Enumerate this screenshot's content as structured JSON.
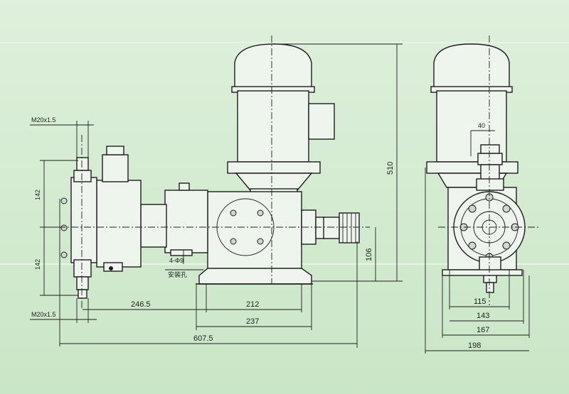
{
  "dimensions": {
    "thread_top": "M20x1.5",
    "thread_bottom": "M20x1.5",
    "height_upper": "142",
    "height_lower": "142",
    "motor_height": "510",
    "base_height": "106",
    "inlet_offset": "246.5",
    "base_inner": "212",
    "base_outer": "237",
    "overall_length": "607.5",
    "side_offset": "40",
    "side_w1": "115",
    "side_w2": "143",
    "side_w3": "167",
    "side_w4": "198"
  },
  "notes": {
    "hole_count": "4-Φ9",
    "hole_label": "安装孔"
  }
}
